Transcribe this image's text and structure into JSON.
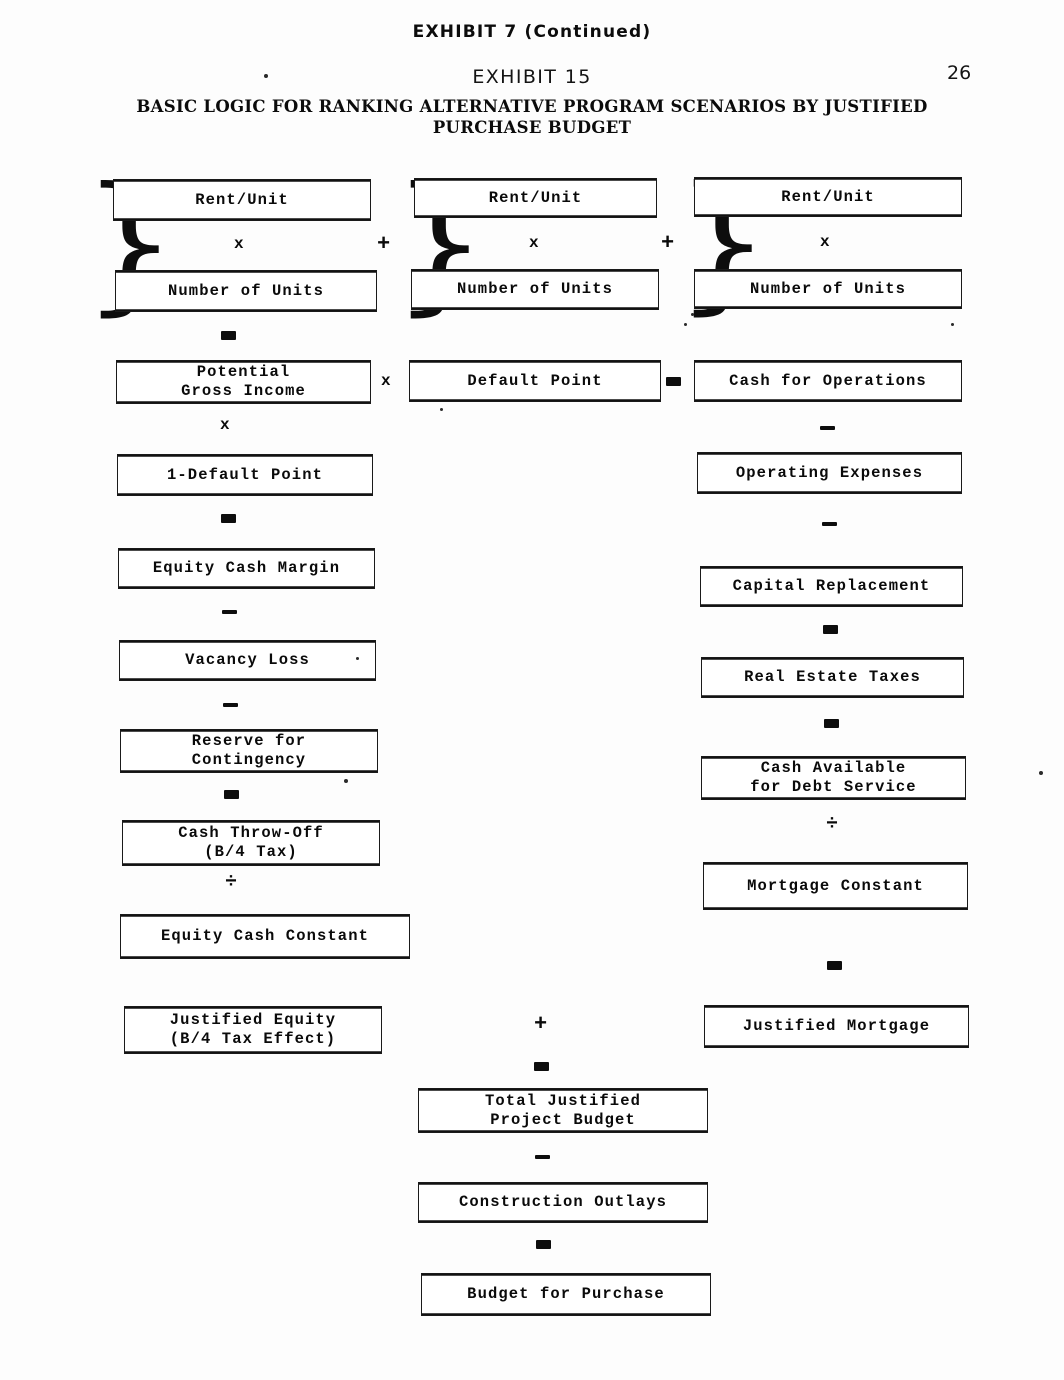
{
  "document": {
    "exhibit_continued": "EXHIBIT 7 (Continued)",
    "exhibit_number": "EXHIBIT 15",
    "page_number": "26",
    "title_line1": "BASIC LOGIC FOR RANKING ALTERNATIVE PROGRAM SCENARIOS BY JUSTIFIED",
    "title_line2": "PURCHASE BUDGET"
  },
  "chart_data": {
    "type": "diagram",
    "title": "BASIC LOGIC FOR RANKING ALTERNATIVE PROGRAM SCENARIOS BY JUSTIFIED PURCHASE BUDGET",
    "subtitle": "EXHIBIT 15",
    "nodes": [
      {
        "id": "rent_unit_1",
        "label": "Rent/Unit",
        "group": "unit-group-1"
      },
      {
        "id": "num_units_1",
        "label": "Number of Units",
        "group": "unit-group-1"
      },
      {
        "id": "rent_unit_2",
        "label": "Rent/Unit",
        "group": "unit-group-2"
      },
      {
        "id": "num_units_2",
        "label": "Number of Units",
        "group": "unit-group-2"
      },
      {
        "id": "rent_unit_3",
        "label": "Rent/Unit",
        "group": "unit-group-3"
      },
      {
        "id": "num_units_3",
        "label": "Number of Units",
        "group": "unit-group-3"
      },
      {
        "id": "potential_gross_income",
        "label": "Potential Gross Income",
        "column": "left"
      },
      {
        "id": "default_point",
        "label": "Default Point",
        "column": "center"
      },
      {
        "id": "cash_for_operations",
        "label": "Cash for Operations",
        "column": "right"
      },
      {
        "id": "one_minus_default_point",
        "label": "1-Default Point",
        "column": "left"
      },
      {
        "id": "operating_expenses",
        "label": "Operating Expenses",
        "column": "right"
      },
      {
        "id": "equity_cash_margin",
        "label": "Equity Cash Margin",
        "column": "left"
      },
      {
        "id": "capital_replacement",
        "label": "Capital Replacement",
        "column": "right"
      },
      {
        "id": "vacancy_loss",
        "label": "Vacancy Loss",
        "column": "left"
      },
      {
        "id": "real_estate_taxes",
        "label": "Real Estate Taxes",
        "column": "right"
      },
      {
        "id": "reserve_for_contingency",
        "label": "Reserve for Contingency",
        "column": "left"
      },
      {
        "id": "cash_available_debt_service",
        "label": "Cash Available for Debt Service",
        "column": "right"
      },
      {
        "id": "cash_throw_off",
        "label": "Cash Throw-Off (B/4 Tax)",
        "column": "left"
      },
      {
        "id": "mortgage_constant",
        "label": "Mortgage Constant",
        "column": "right"
      },
      {
        "id": "equity_cash_constant",
        "label": "Equity Cash Constant",
        "column": "left"
      },
      {
        "id": "justified_equity",
        "label": "Justified Equity (B/4 Tax Effect)",
        "column": "left"
      },
      {
        "id": "justified_mortgage",
        "label": "Justified Mortgage",
        "column": "right"
      },
      {
        "id": "total_justified_project_budget",
        "label": "Total Justified Project Budget",
        "column": "center"
      },
      {
        "id": "construction_outlays",
        "label": "Construction Outlays",
        "column": "center"
      },
      {
        "id": "budget_for_purchase",
        "label": "Budget for Purchase",
        "column": "center"
      }
    ],
    "operators": [
      "x",
      "+",
      "x",
      "+",
      "x",
      "=",
      "x",
      "=",
      "x",
      "=",
      "-",
      "=",
      "-",
      "-",
      "-",
      "=",
      "=",
      "=",
      "+",
      "÷",
      "÷",
      "+",
      "=",
      "-",
      "="
    ]
  },
  "boxes": {
    "rent_unit_1": "Rent/Unit",
    "rent_unit_2": "Rent/Unit",
    "rent_unit_3": "Rent/Unit",
    "number_of_units_1": "Number of Units",
    "number_of_units_2": "Number of Units",
    "number_of_units_3": "Number of Units",
    "potential_gross_income_l1": "Potential",
    "potential_gross_income_l2": "Gross Income",
    "default_point": "Default Point",
    "cash_for_operations": "Cash for Operations",
    "one_minus_default_point": "1-Default Point",
    "operating_expenses": "Operating Expenses",
    "equity_cash_margin": "Equity Cash Margin",
    "capital_replacement": "Capital Replacement",
    "vacancy_loss": "Vacancy Loss",
    "real_estate_taxes": "Real Estate Taxes",
    "reserve_for_contingency_l1": "Reserve for",
    "reserve_for_contingency_l2": "Contingency",
    "cash_available_l1": "Cash Available",
    "cash_available_l2": "for Debt Service",
    "cash_throw_off_l1": "Cash Throw-Off",
    "cash_throw_off_l2": "(B/4 Tax)",
    "mortgage_constant": "Mortgage Constant",
    "equity_cash_constant": "Equity Cash Constant",
    "justified_equity_l1": "Justified Equity",
    "justified_equity_l2": "(B/4 Tax Effect)",
    "justified_mortgage": "Justified Mortgage",
    "total_justified_l1": "Total Justified",
    "total_justified_l2": "Project Budget",
    "construction_outlays": "Construction Outlays",
    "budget_for_purchase": "Budget for Purchase"
  },
  "operators": {
    "multiply": "x",
    "plus": "+",
    "divide": "÷",
    "brace": "}"
  }
}
